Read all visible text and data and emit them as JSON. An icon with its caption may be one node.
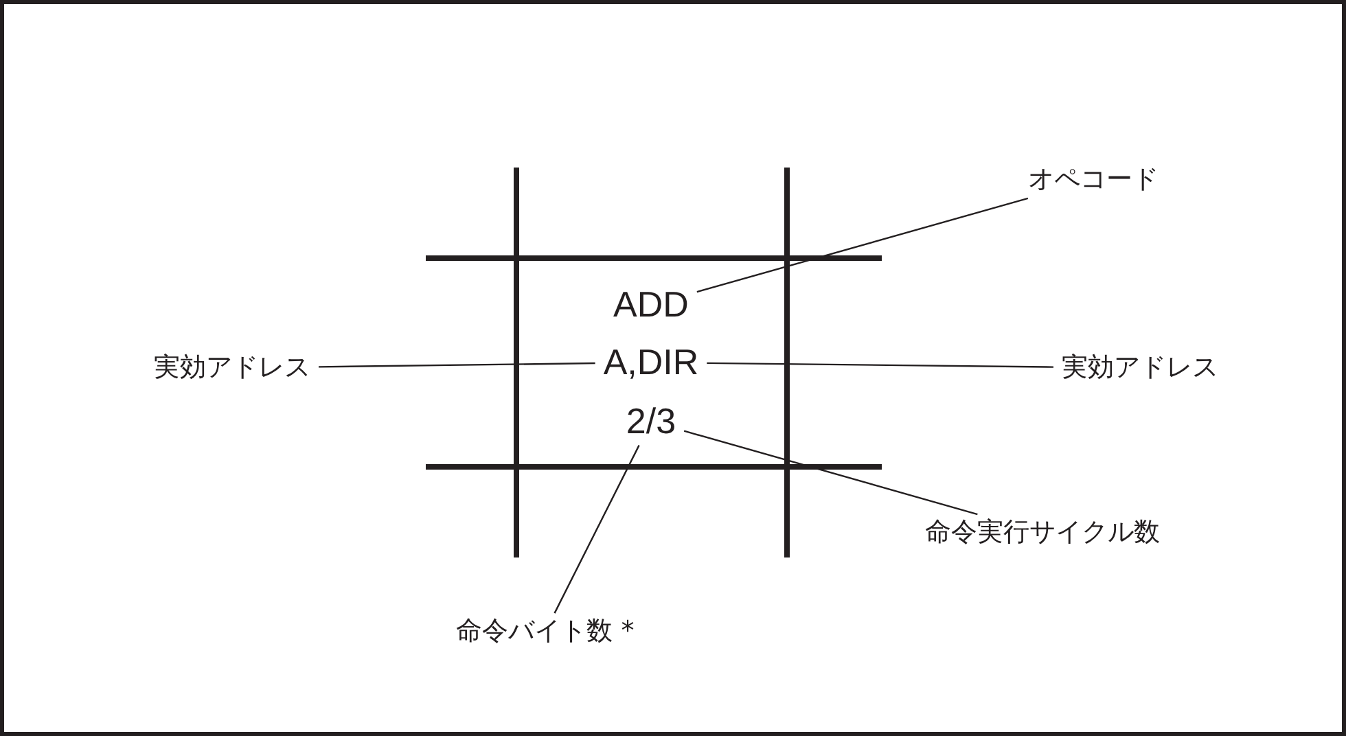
{
  "diagram": {
    "nodes": [
      {
        "text": [
          "ADD"
        ]
      },
      {
        "text": [
          "A,DIR"
        ]
      },
      {
        "text": [
          "2/3"
        ]
      },
      {
        "text": [
          "オペコード"
        ]
      },
      {
        "text": [
          "実効アドレス"
        ]
      },
      {
        "text": [
          "実効アドレス"
        ]
      },
      {
        "text": [
          "命令実行サイクル数"
        ]
      },
      {
        "text": [
          "命令バイト数 *"
        ]
      }
    ],
    "edges": [
      {
        "from": 3,
        "to": 0,
        "arrow": "none"
      },
      {
        "from": 4,
        "to": 1,
        "arrow": "none"
      },
      {
        "from": 5,
        "to": 1,
        "arrow": "none"
      },
      {
        "from": 6,
        "to": 2,
        "arrow": "none"
      },
      {
        "from": 7,
        "to": 2,
        "arrow": "none"
      }
    ]
  }
}
